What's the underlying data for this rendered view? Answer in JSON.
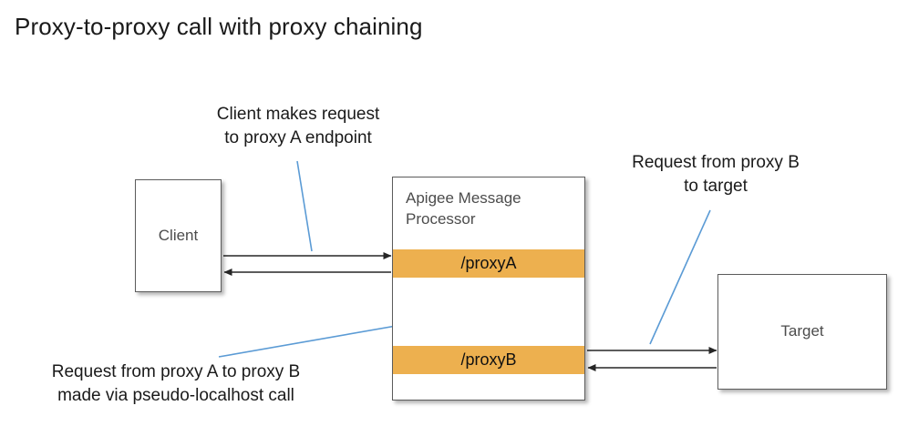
{
  "diagram": {
    "title": "Proxy-to-proxy call with proxy chaining",
    "nodes": {
      "client": {
        "label": "Client"
      },
      "message_processor": {
        "label": "Apigee Message Processor",
        "bands": [
          {
            "label": "/proxyA"
          },
          {
            "label": "/proxyB"
          }
        ]
      },
      "target": {
        "label": "Target"
      }
    },
    "annotations": [
      {
        "id": "client-request",
        "line1": "Client makes request",
        "line2": "to proxy A endpoint"
      },
      {
        "id": "proxyb-target",
        "line1": "Request from proxy B",
        "line2": "to target"
      },
      {
        "id": "proxy-chaining",
        "line1": "Request from proxy A to proxy B",
        "line2": "made via pseudo-localhost call"
      }
    ],
    "colors": {
      "proxy_band": "#edb04f",
      "leader_line": "#5b9bd5",
      "arrow": "#262626",
      "box_border": "#5c5c5c",
      "node_text": "#4c4c4c",
      "title_text": "#1a1a1a",
      "background": "#ffffff"
    }
  }
}
